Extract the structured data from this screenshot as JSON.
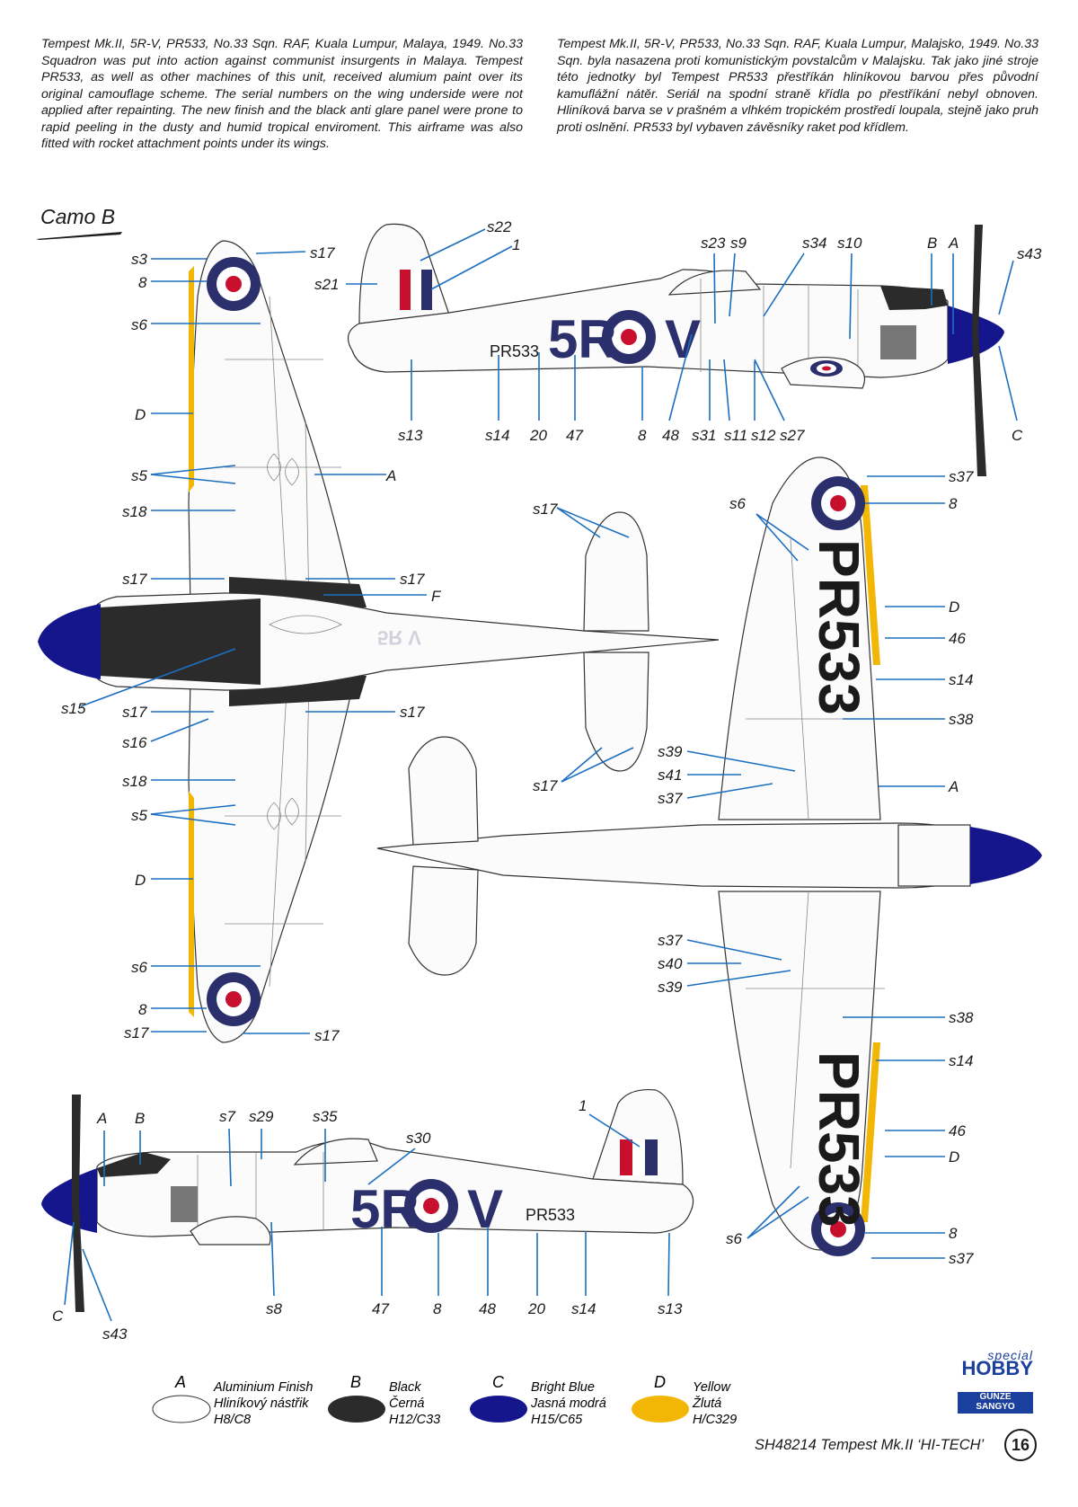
{
  "description_en": "Tempest Mk.II, 5R-V, PR533, No.33 Sqn. RAF, Kuala Lumpur, Malaya, 1949. No.33 Squadron was put into action against communist insurgents in Malaya. Tempest PR533, as well as other machines of this unit, received alumium paint over its original camouflage scheme. The serial numbers on the wing underside were not applied after repainting. The new finish and the black anti glare panel were prone to rapid peeling in the dusty and humid tropical enviroment. This airframe was also fitted with rocket attachment points under its wings.",
  "description_cz": "Tempest Mk.II, 5R-V, PR533, No.33 Sqn. RAF, Kuala Lumpur, Malajsko, 1949. No.33 Sqn. byla nasazena proti komunistickým povstalcům v Malajsku. Tak jako jiné stroje této jednotky byl Tempest PR533 přestříkán hliníkovou barvou přes původní kamuflážní nátěr. Seriál na spodní straně křídla po přestříkání nebyl obnoven. Hliníková barva se v prašném a vlhkém tropickém prostředí loupala, stejně jako pruh proti oslnění. PR533 byl vybaven závěsníky raket pod křídlem.",
  "camo_title": "Camo B",
  "markings": {
    "code_left": "5R",
    "code_right": "V",
    "serial": "PR533"
  },
  "labels": {
    "top_view": [
      "s3",
      "8",
      "s6",
      "D",
      "s5",
      "s18",
      "s17",
      "s15",
      "s17",
      "s16",
      "s18",
      "s5",
      "D",
      "s6",
      "8",
      "s17",
      "s17",
      "s21",
      "A",
      "s17",
      "F",
      "s17"
    ],
    "tail_top": [
      "s17",
      "s17"
    ],
    "side_upper": [
      "s22",
      "1",
      "s23",
      "s9",
      "s34",
      "s10",
      "B",
      "A",
      "s43",
      "s13",
      "s14",
      "20",
      "47",
      "8",
      "48",
      "s31",
      "s11",
      "s12",
      "s27",
      "C"
    ],
    "under_view": [
      "s37",
      "8",
      "s6",
      "D",
      "46",
      "s14",
      "s38",
      "s39",
      "s41",
      "s37",
      "A",
      "s37",
      "s40",
      "s39",
      "s38",
      "s14",
      "46",
      "D",
      "s6",
      "8",
      "s37"
    ],
    "side_lower": [
      "A",
      "B",
      "s7",
      "s29",
      "s35",
      "s30",
      "1",
      "C",
      "s43",
      "s8",
      "47",
      "8",
      "48",
      "20",
      "s14",
      "s13"
    ]
  },
  "legend": [
    {
      "code": "A",
      "name": "Aluminium Finish",
      "name_cz": "Hliníkový nástřik",
      "ref": "H8/C8",
      "color": "#ffffff"
    },
    {
      "code": "B",
      "name": "Black",
      "name_cz": "Černá",
      "ref": "H12/C33",
      "color": "#2b2b2b"
    },
    {
      "code": "C",
      "name": "Bright Blue",
      "name_cz": "Jasná modrá",
      "ref": "H15/C65",
      "color": "#15158c"
    },
    {
      "code": "D",
      "name": "Yellow",
      "name_cz": "Žlutá",
      "ref": "H/C329",
      "color": "#f2b705"
    }
  ],
  "footer": "SH48214  Tempest Mk.II ‘HI-TECH’",
  "page_number": "16",
  "logo_special": "special",
  "logo_hobby": "HOBBY",
  "logo_gunze_1": "GUNZE",
  "logo_gunze_2": "SANGYO",
  "colors": {
    "leader": "#1c6fc0",
    "roundel_blue": "#2b2f6b",
    "roundel_red": "#c8102e"
  }
}
